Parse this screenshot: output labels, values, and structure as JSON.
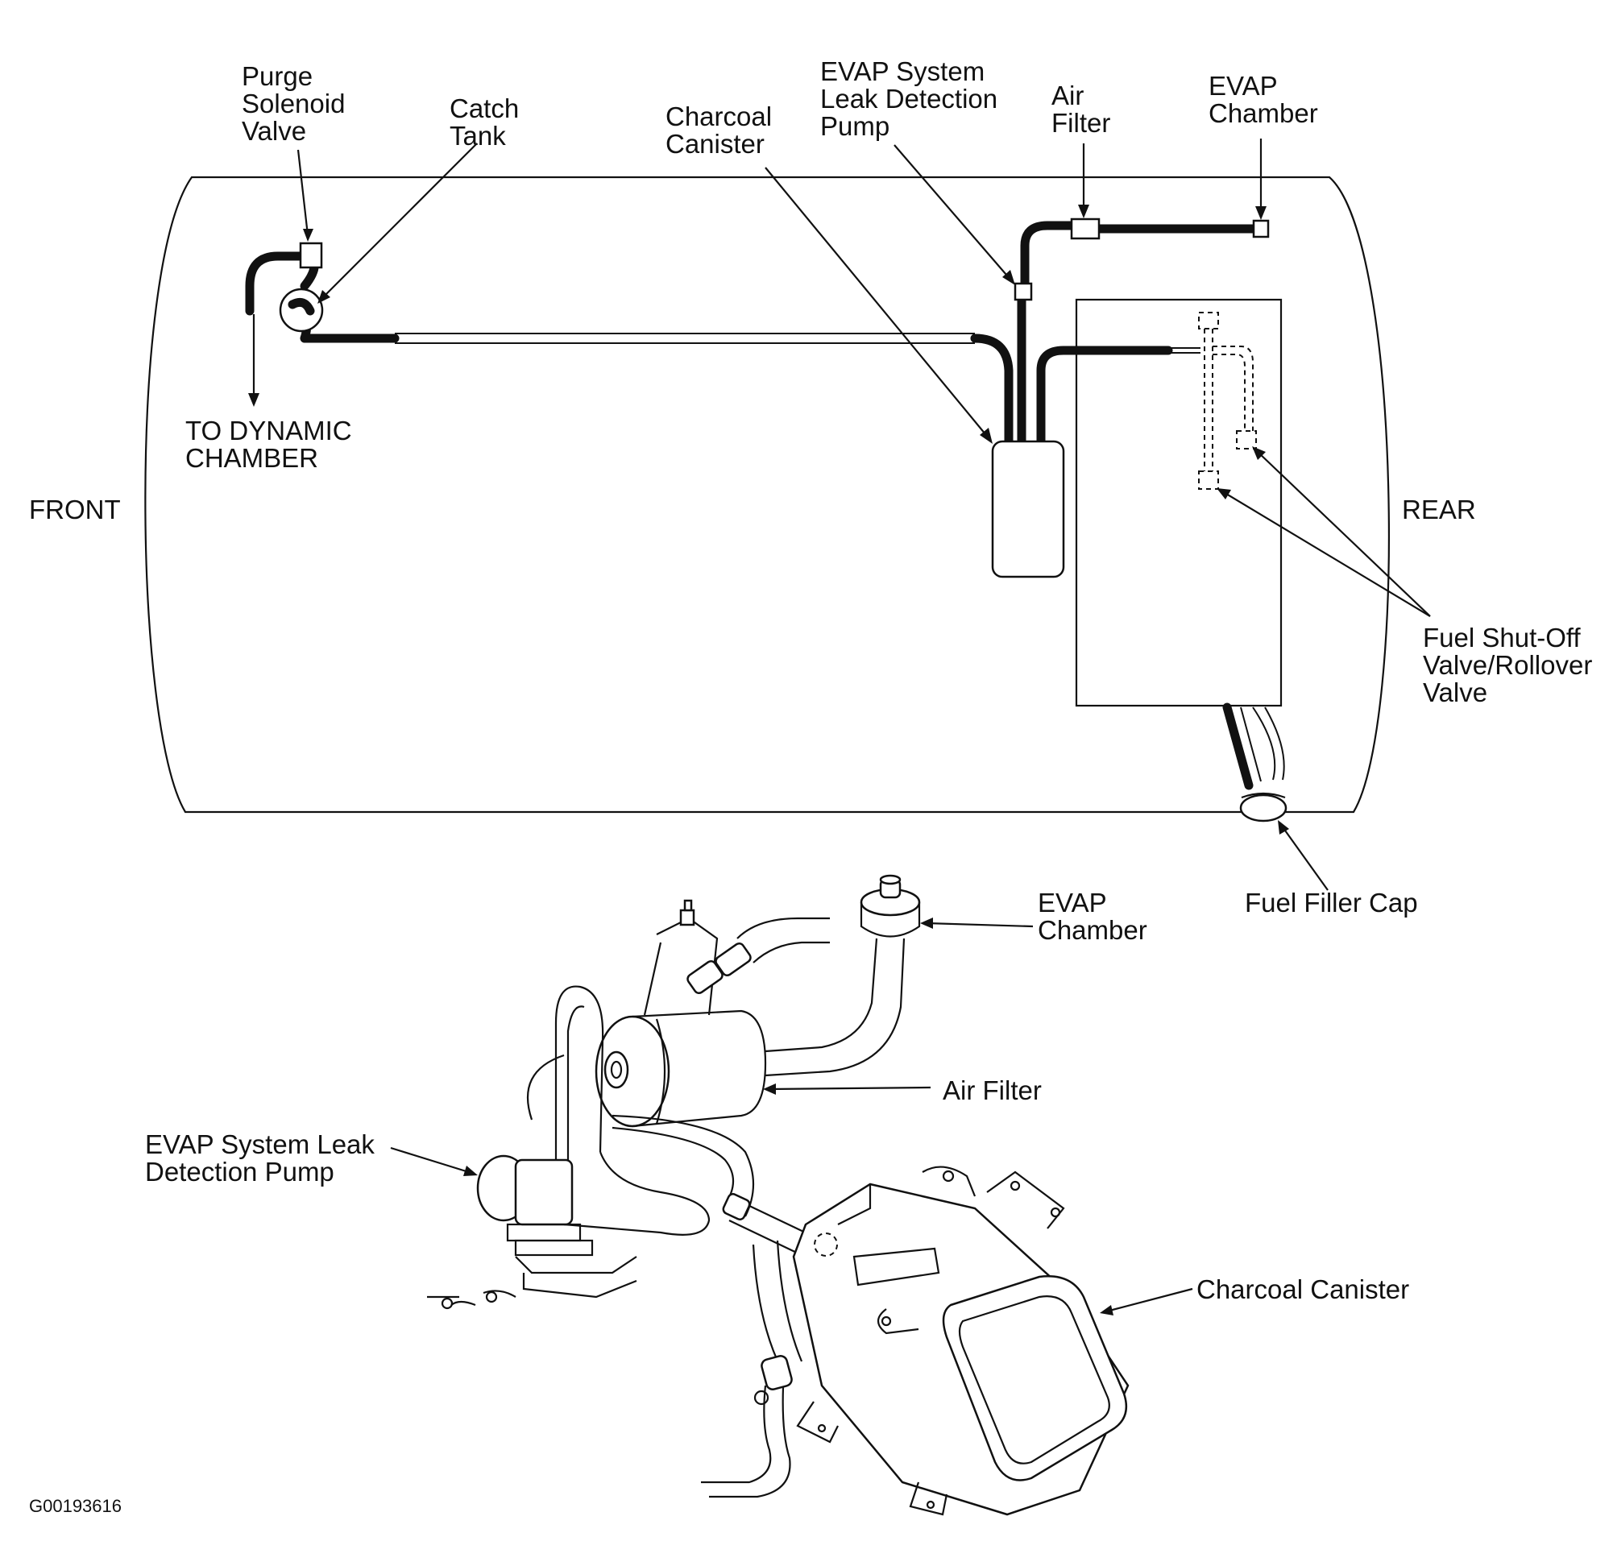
{
  "labels": {
    "purge_solenoid_valve": [
      "Purge",
      "Solenoid",
      "Valve"
    ],
    "catch_tank": [
      "Catch",
      "Tank"
    ],
    "charcoal_canister_top": [
      "Charcoal",
      "Canister"
    ],
    "evap_leak_pump_top": [
      "EVAP System",
      "Leak Detection",
      "Pump"
    ],
    "air_filter_top": [
      "Air",
      "Filter"
    ],
    "evap_chamber_top": [
      "EVAP",
      "Chamber"
    ],
    "to_dynamic_chamber": [
      "TO DYNAMIC",
      "CHAMBER"
    ],
    "front": "FRONT",
    "rear": "REAR",
    "fuel_shutoff_valve": [
      "Fuel Shut-Off",
      "Valve/Rollover",
      "Valve"
    ],
    "fuel_filler_cap": "Fuel Filler Cap",
    "evap_chamber_bottom": [
      "EVAP",
      "Chamber"
    ],
    "air_filter_bottom": "Air Filter",
    "evap_leak_pump_bottom": [
      "EVAP System Leak",
      "Detection Pump"
    ],
    "charcoal_canister_bottom": "Charcoal Canister"
  },
  "figure_code": "G00193616"
}
